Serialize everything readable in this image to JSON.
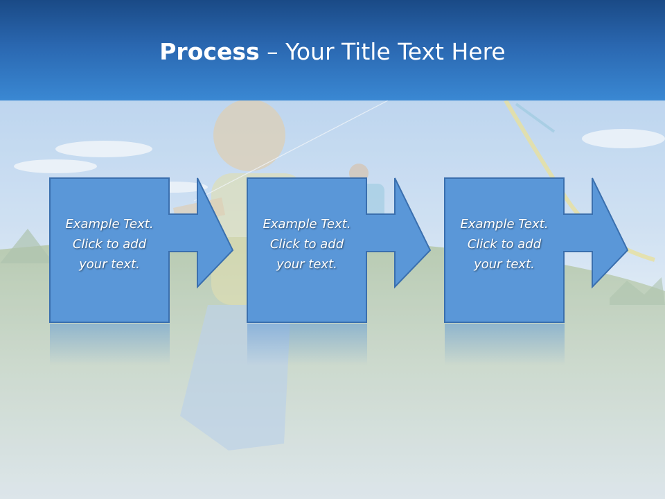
{
  "slide": {
    "title_bold": "Process",
    "title_rest": " – Your Title Text Here"
  },
  "steps": [
    {
      "line1": "Example Text.",
      "line2": "Click  to add",
      "line3": "your text."
    },
    {
      "line1": "Example Text.",
      "line2": "Click  to add",
      "line3": "your text."
    },
    {
      "line1": "Example Text.",
      "line2": "Click  to add",
      "line3": "your text."
    }
  ],
  "colors": {
    "header_top": "#1a4a86",
    "header_bottom": "#3a88d3",
    "shape_fill": "#5a97d8",
    "shape_stroke": "#3a6fae"
  },
  "background": {
    "depiction": "faded photo of children flying a kite in a grassy field under a blue sky"
  }
}
